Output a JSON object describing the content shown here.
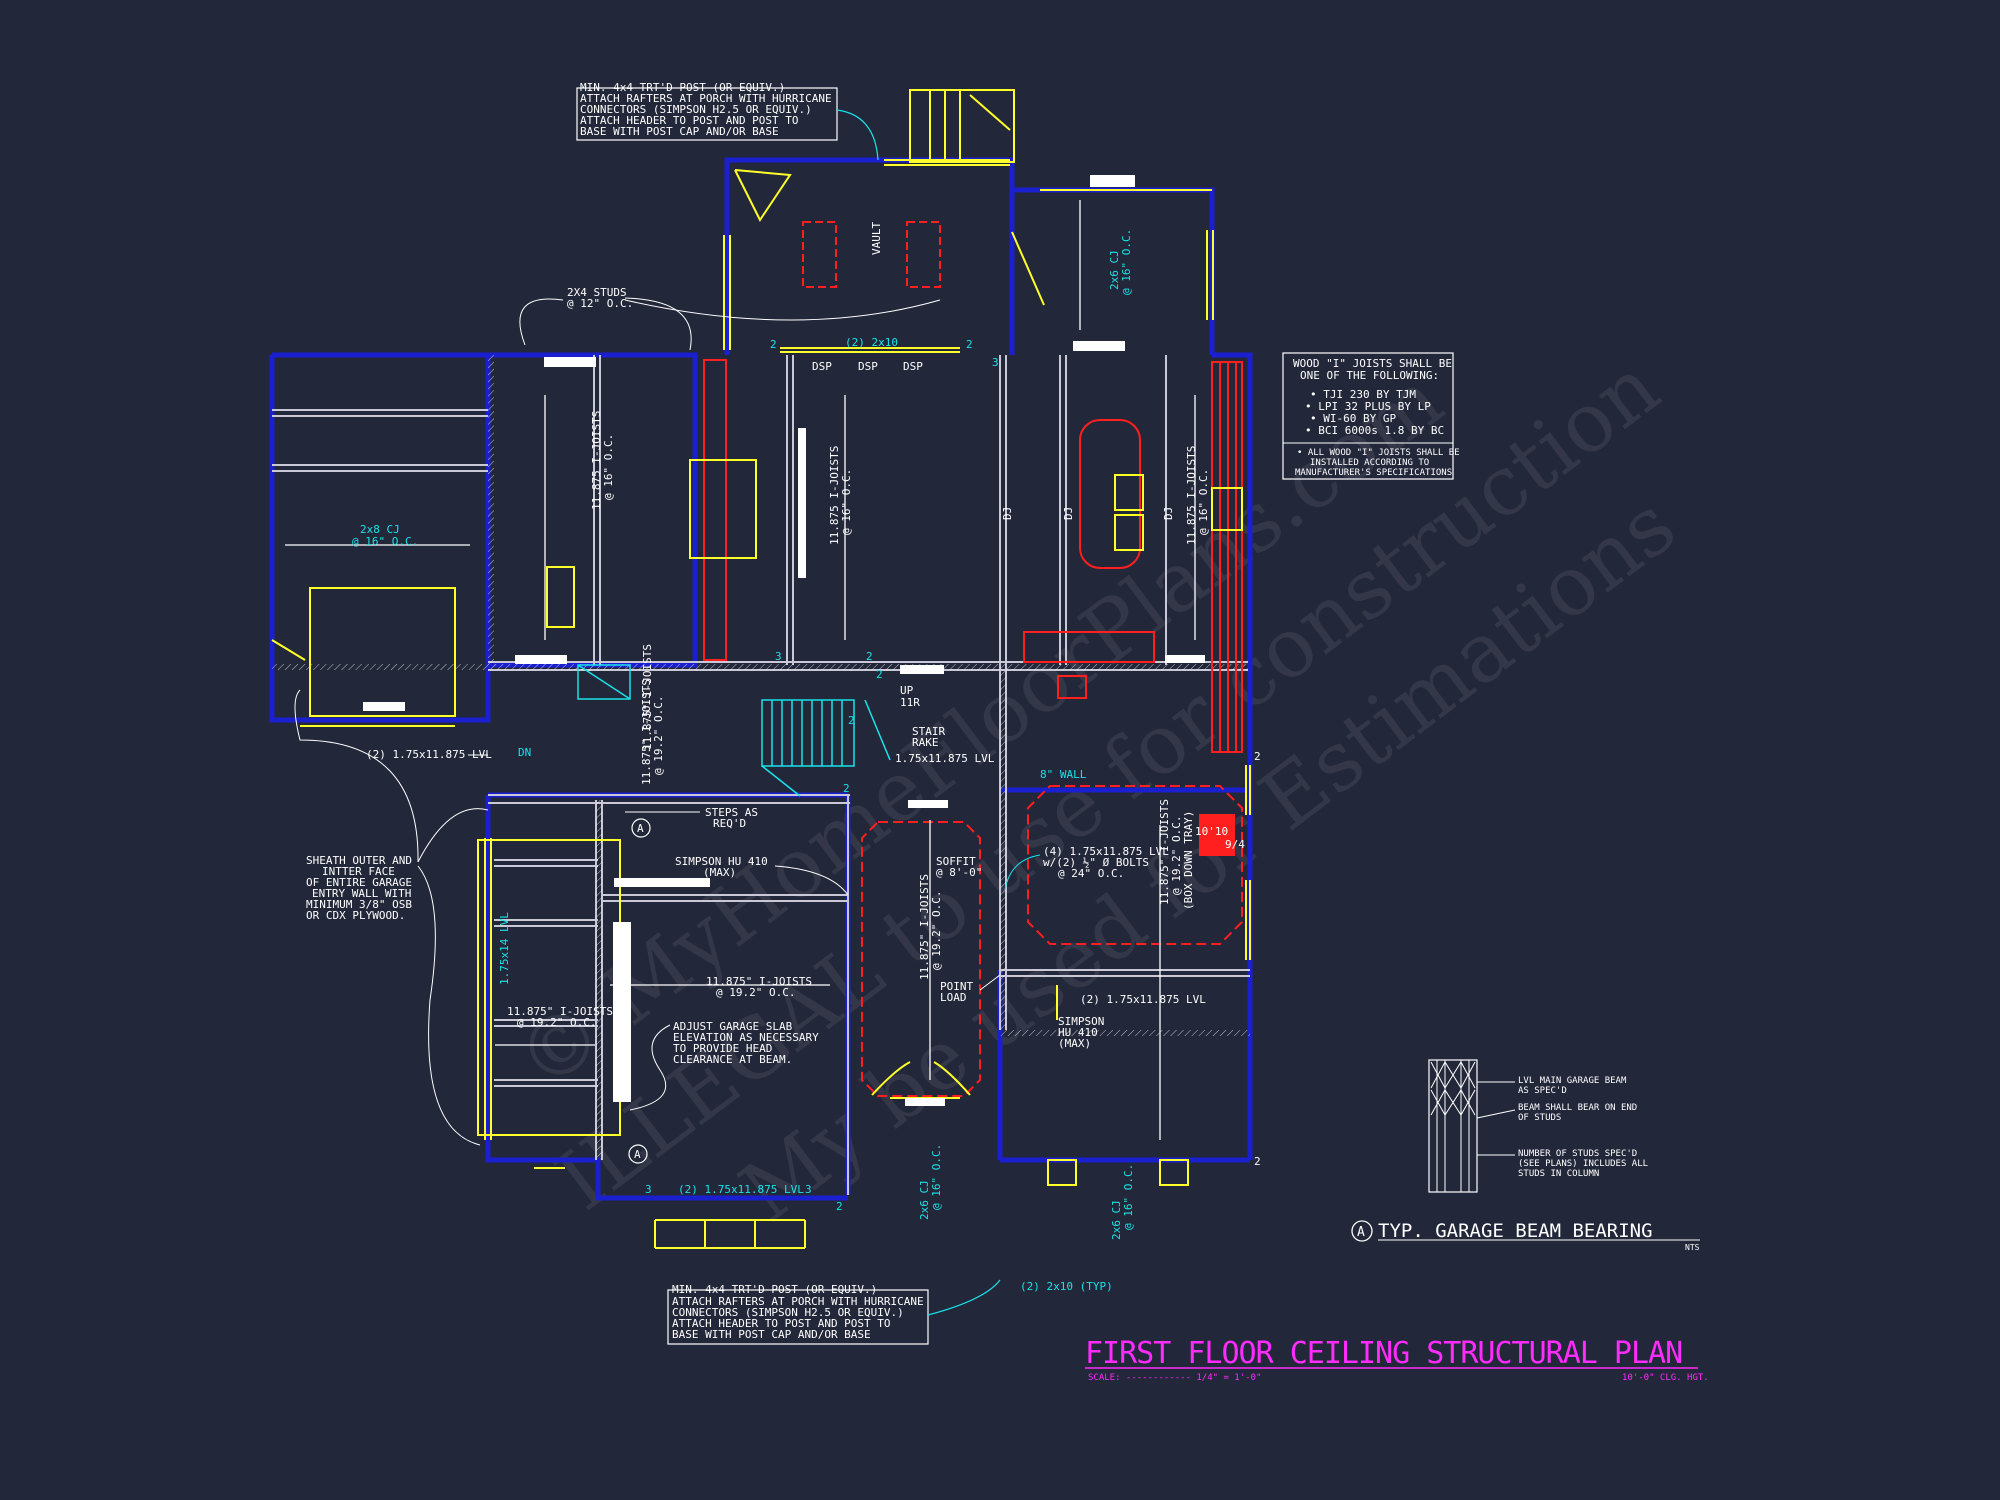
{
  "title": {
    "main": "FIRST FLOOR CEILING STRUCTURAL PLAN",
    "scale_label": "SCALE: ------------ 1/4\" = 1'-0\"",
    "ceiling_height": "10'-0\" CLG. HGT."
  },
  "watermark": {
    "line1": "© MyHomeFloorPlans.com",
    "line2": "ILLEGAL to use for construction",
    "line3": "My be used for Estimations"
  },
  "notes": {
    "porch_top": [
      "MIN. 4x4 TRT'D POST (OR EQUIV.)",
      "ATTACH RAFTERS AT PORCH WITH HURRICANE",
      "CONNECTORS (SIMPSON H2.5 OR EQUIV.)",
      "ATTACH HEADER TO POST AND POST TO",
      "BASE WITH POST CAP AND/OR BASE"
    ],
    "porch_bottom": [
      "MIN. 4x4 TRT'D POST (OR EQUIV.)",
      "ATTACH RAFTERS AT PORCH WITH HURRICANE",
      "CONNECTORS (SIMPSON H2.5 OR EQUIV.)",
      "ATTACH HEADER TO POST AND POST TO",
      "BASE WITH POST CAP AND/OR BASE"
    ],
    "joists": [
      "WOOD \"I\" JOISTS SHALL BE",
      "ONE OF THE FOLLOWING:",
      "• TJI 230 BY TJM",
      "• LPI 32 PLUS BY LP",
      "• WI-60 BY GP",
      "• BCI 6000s 1.8 BY BC",
      "• ALL WOOD \"I\" JOISTS SHALL BE",
      "INSTALLED ACCORDING TO",
      "MANUFACTURER'S SPECIFICATIONS"
    ],
    "sheath": [
      "SHEATH OUTER AND",
      "INTTER FACE",
      "OF ENTIRE GARAGE",
      "ENTRY WALL WITH",
      "MINIMUM 3/8\" OSB",
      "OR CDX PLYWOOD."
    ],
    "adjust": [
      "ADJUST GARAGE SLAB",
      "ELEVATION AS NECESSARY",
      "TO PROVIDE HEAD",
      "CLEARANCE AT BEAM."
    ],
    "studs": [
      "2X4 STUDS",
      "@ 12\" O.C."
    ],
    "steps": [
      "STEPS AS",
      "REQ'D"
    ],
    "simpson_top": [
      "SIMPSON HU 410",
      "(MAX)"
    ],
    "simpson_right": [
      "SIMPSON",
      "HU 410",
      "(MAX)"
    ],
    "lvl4": [
      "(4) 1.75x11.875 LVL",
      "w/(2) ½\" Ø BOLTS",
      "@ 24\" O.C."
    ],
    "soffit": [
      "SOFFIT",
      "@ 8'-0\""
    ],
    "point_load": [
      "POINT",
      "LOAD"
    ],
    "stair_rake": [
      "STAIR",
      "RAKE"
    ],
    "up": [
      "UP",
      "11R"
    ],
    "dn": "DN",
    "lvl_2a": "(2) 1.75x11.875 LVL",
    "lvl_2b": "1.75x11.875 LVL",
    "lvl_2c": "(2) 1.75x11.875 LVL",
    "lvl_2d": "(2) 1.75x11.875 LVL",
    "header_2x10": "(2) 2x10",
    "header_2x10_typ": "(2) 2x10 (TYP)",
    "wall_8": "8\" WALL",
    "vault": "VAULT",
    "dsp": "DSP",
    "dj": "DJ",
    "tray": [
      "11.875\" I-JOISTS",
      "@ 19.2\" O.C.",
      "(BOX DOWN TRAY)"
    ],
    "tray_label": "10'10",
    "nine_four": "9/4"
  },
  "joist_labels": {
    "cj_garage": [
      "2x8 CJ",
      "@ 16\" O.C."
    ],
    "cj_top_right": [
      "2x6 CJ",
      "@ 16\" O.C."
    ],
    "cj_bottom_a": [
      "2x6 CJ",
      "@ 16\" O.C."
    ],
    "cj_bottom_b": [
      "2x6 CJ",
      "@ 16\" O.C."
    ],
    "ij_left": [
      "11.875 I-JOISTS",
      "@ 16\" O.C."
    ],
    "ij_mid": [
      "11.875 I-JOISTS",
      "@ 16\" O.C."
    ],
    "ij_right": [
      "11.875 I-JOISTS",
      "@ 16\" O.C."
    ],
    "ij_hall": [
      "11.875\" I-JOISTS",
      "@ 19.2\" O.C."
    ],
    "ij_garage_a": [
      "11.875\" I-JOISTS",
      "@ 19.2\" O.C."
    ],
    "ij_garage_b": [
      "11.875\" I-JOISTS",
      "@ 19.2\" O.C."
    ],
    "ij_dining": [
      "11.875\" I-JOISTS",
      "@ 19.2\" O.C."
    ],
    "lvl_vertical": "1.75x14 LVL"
  },
  "detail": {
    "title": "TYP. GARAGE BEAM BEARING",
    "nts": "NTS",
    "marker": "A",
    "callouts": [
      [
        "LVL MAIN GARAGE BEAM",
        "AS SPEC'D"
      ],
      [
        "BEAM SHALL BEAR ON END",
        "OF STUDS"
      ],
      [
        "NUMBER OF STUDS SPEC'D",
        "(SEE PLANS) INCLUDES ALL",
        "STUDS IN COLUMN"
      ]
    ]
  },
  "markers": {
    "section": "A"
  },
  "stud_counts": [
    "2",
    "2",
    "3",
    "2",
    "3",
    "2",
    "2",
    "2",
    "3",
    "3",
    "2",
    "2",
    "2"
  ],
  "colors": {
    "background": "#23273a",
    "wall": "#1a1fd0",
    "beam": "#ffff2a",
    "joist": "#ffffff",
    "dimension": "#19e3e8",
    "hatch": "#ff1f1f",
    "title": "#ff2bff"
  }
}
